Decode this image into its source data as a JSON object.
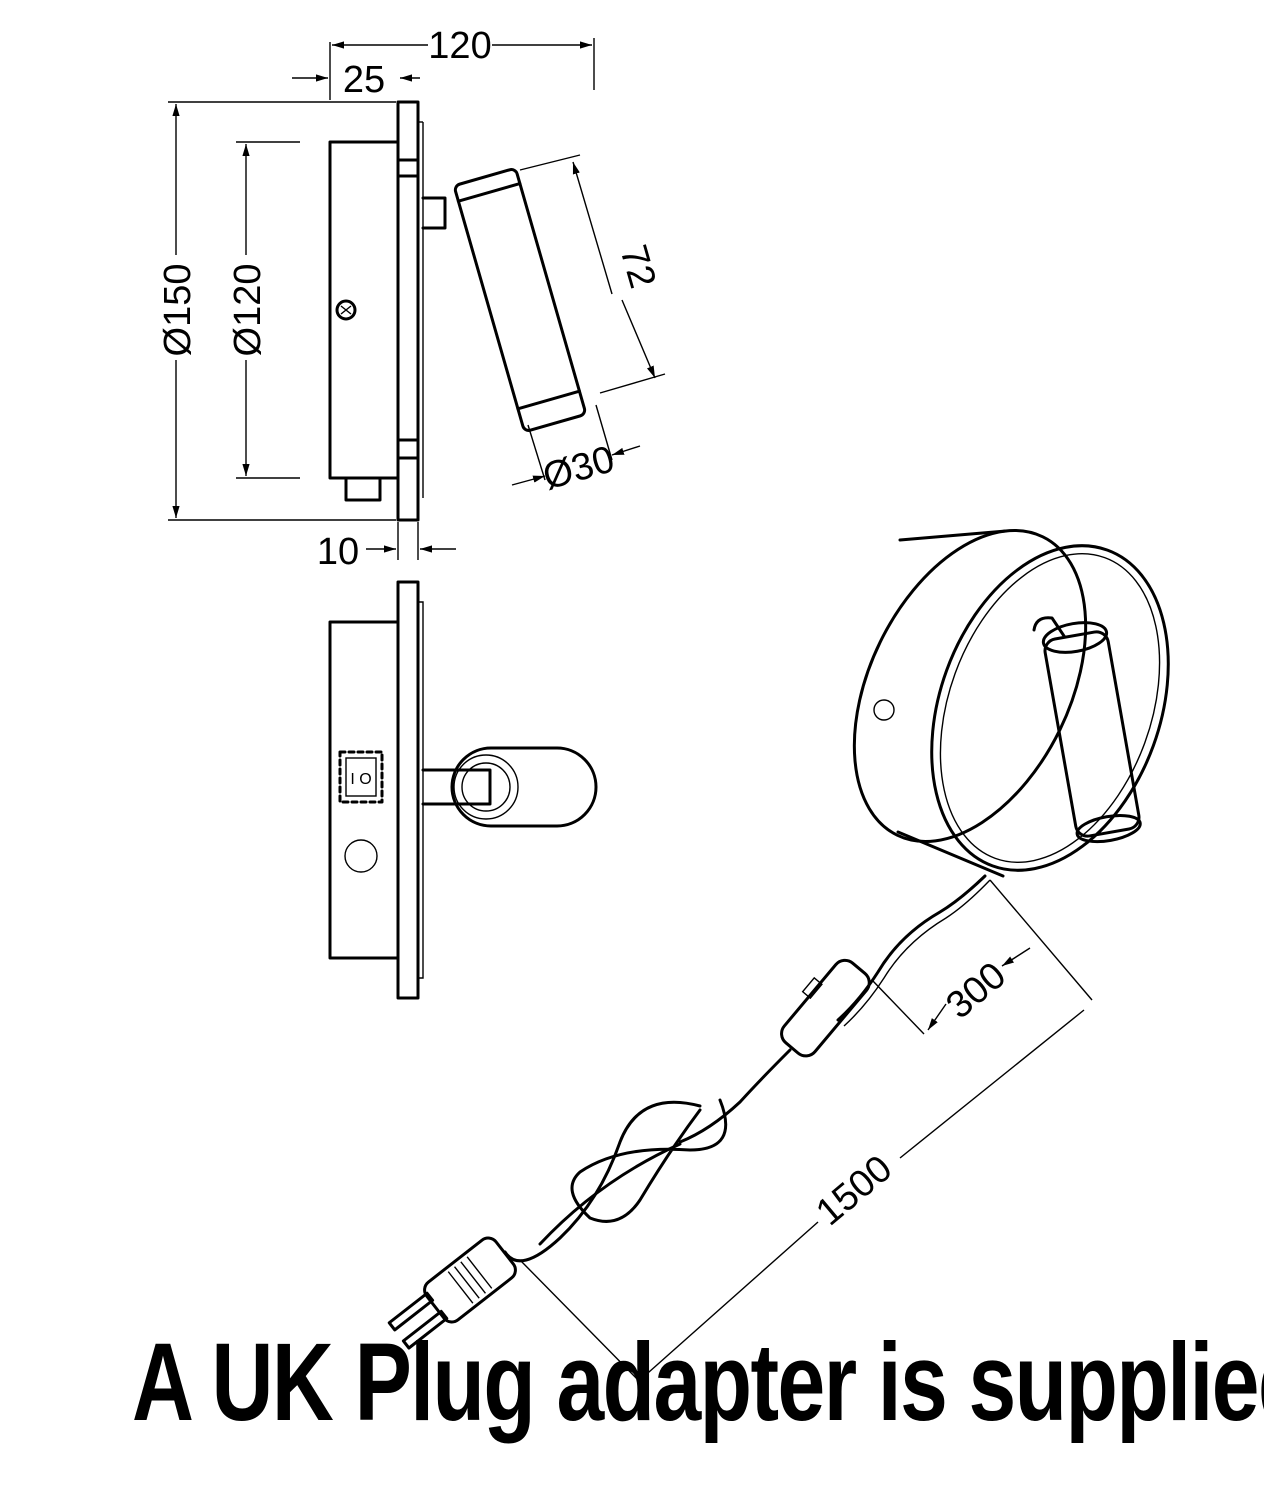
{
  "dimensions": {
    "overall_depth": "120",
    "backplate_depth": "25",
    "backplate_diameter": "Ø150",
    "body_diameter": "Ø120",
    "arm_length": "72",
    "head_diameter": "Ø30",
    "plate_thickness": "10",
    "cable_to_switch": "300",
    "cable_total": "1500"
  },
  "caption": "A UK Plug adapter is supplied",
  "colors": {
    "ink": "#000000",
    "paper": "#ffffff"
  }
}
